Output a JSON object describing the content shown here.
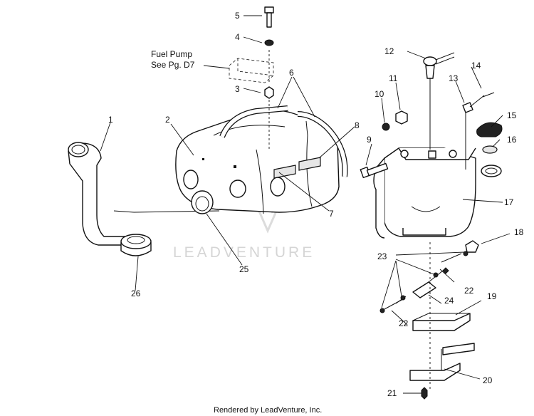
{
  "diagram": {
    "fuel_pump_note": [
      "Fuel Pump",
      "See Pg. D7"
    ],
    "watermark": "LEADVENTURE",
    "footer": "Rendered by LeadVenture, Inc.",
    "callouts": [
      "1",
      "2",
      "3",
      "4",
      "5",
      "6",
      "7",
      "8",
      "9",
      "10",
      "11",
      "12",
      "13",
      "14",
      "15",
      "16",
      "17",
      "18",
      "19",
      "20",
      "21",
      "22",
      "22",
      "23",
      "24",
      "25",
      "26"
    ]
  }
}
